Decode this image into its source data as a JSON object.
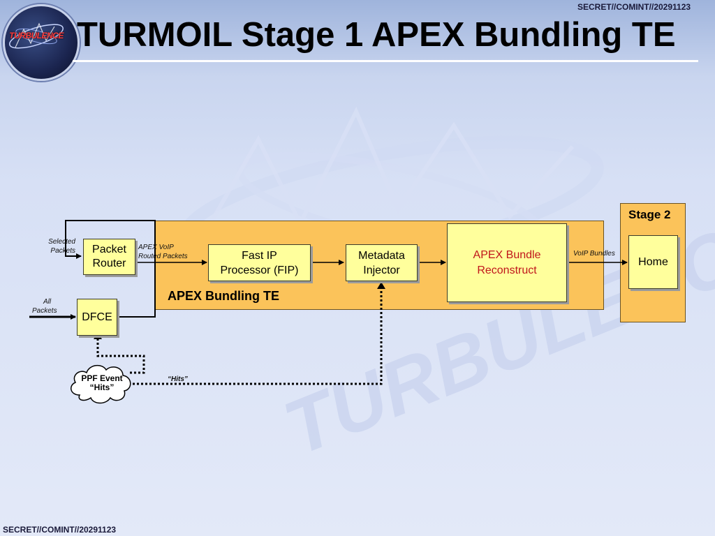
{
  "classification": {
    "top": "SECRET//COMINT//20291123",
    "bottom": "SECRET//COMINT//20291123"
  },
  "logo": {
    "text": "TURBULENCE",
    "icon": "turbulence-logo"
  },
  "title": "TURMOIL Stage 1 APEX Bundling TE",
  "watermark": "TURBULENCE",
  "diagram": {
    "inputs": {
      "selected_packets": [
        "Selected",
        "Packets"
      ],
      "all_packets": [
        "All",
        "Packets"
      ]
    },
    "boxes": {
      "packet_router": [
        "Packet",
        "Router"
      ],
      "dfce": "DFCE",
      "fip": [
        "Fast IP",
        "Processor (FIP)"
      ],
      "metadata_injector": [
        "Metadata",
        "Injector"
      ],
      "apex_bundle": [
        "APEX Bundle",
        "Reconstruct"
      ],
      "home": "Home"
    },
    "edge_labels": {
      "apex_voip": [
        "APEX VoIP",
        "Routed Packets"
      ],
      "voip_bundles": "VoIP Bundles",
      "hits": "“Hits”"
    },
    "cloud": [
      "PPF Event",
      "“Hits”"
    ],
    "regions": {
      "te": "APEX Bundling TE",
      "stage2": "Stage 2"
    },
    "colors": {
      "region": "#fbc35a",
      "box": "#ffff9c",
      "apex_text": "#c0151b"
    }
  }
}
